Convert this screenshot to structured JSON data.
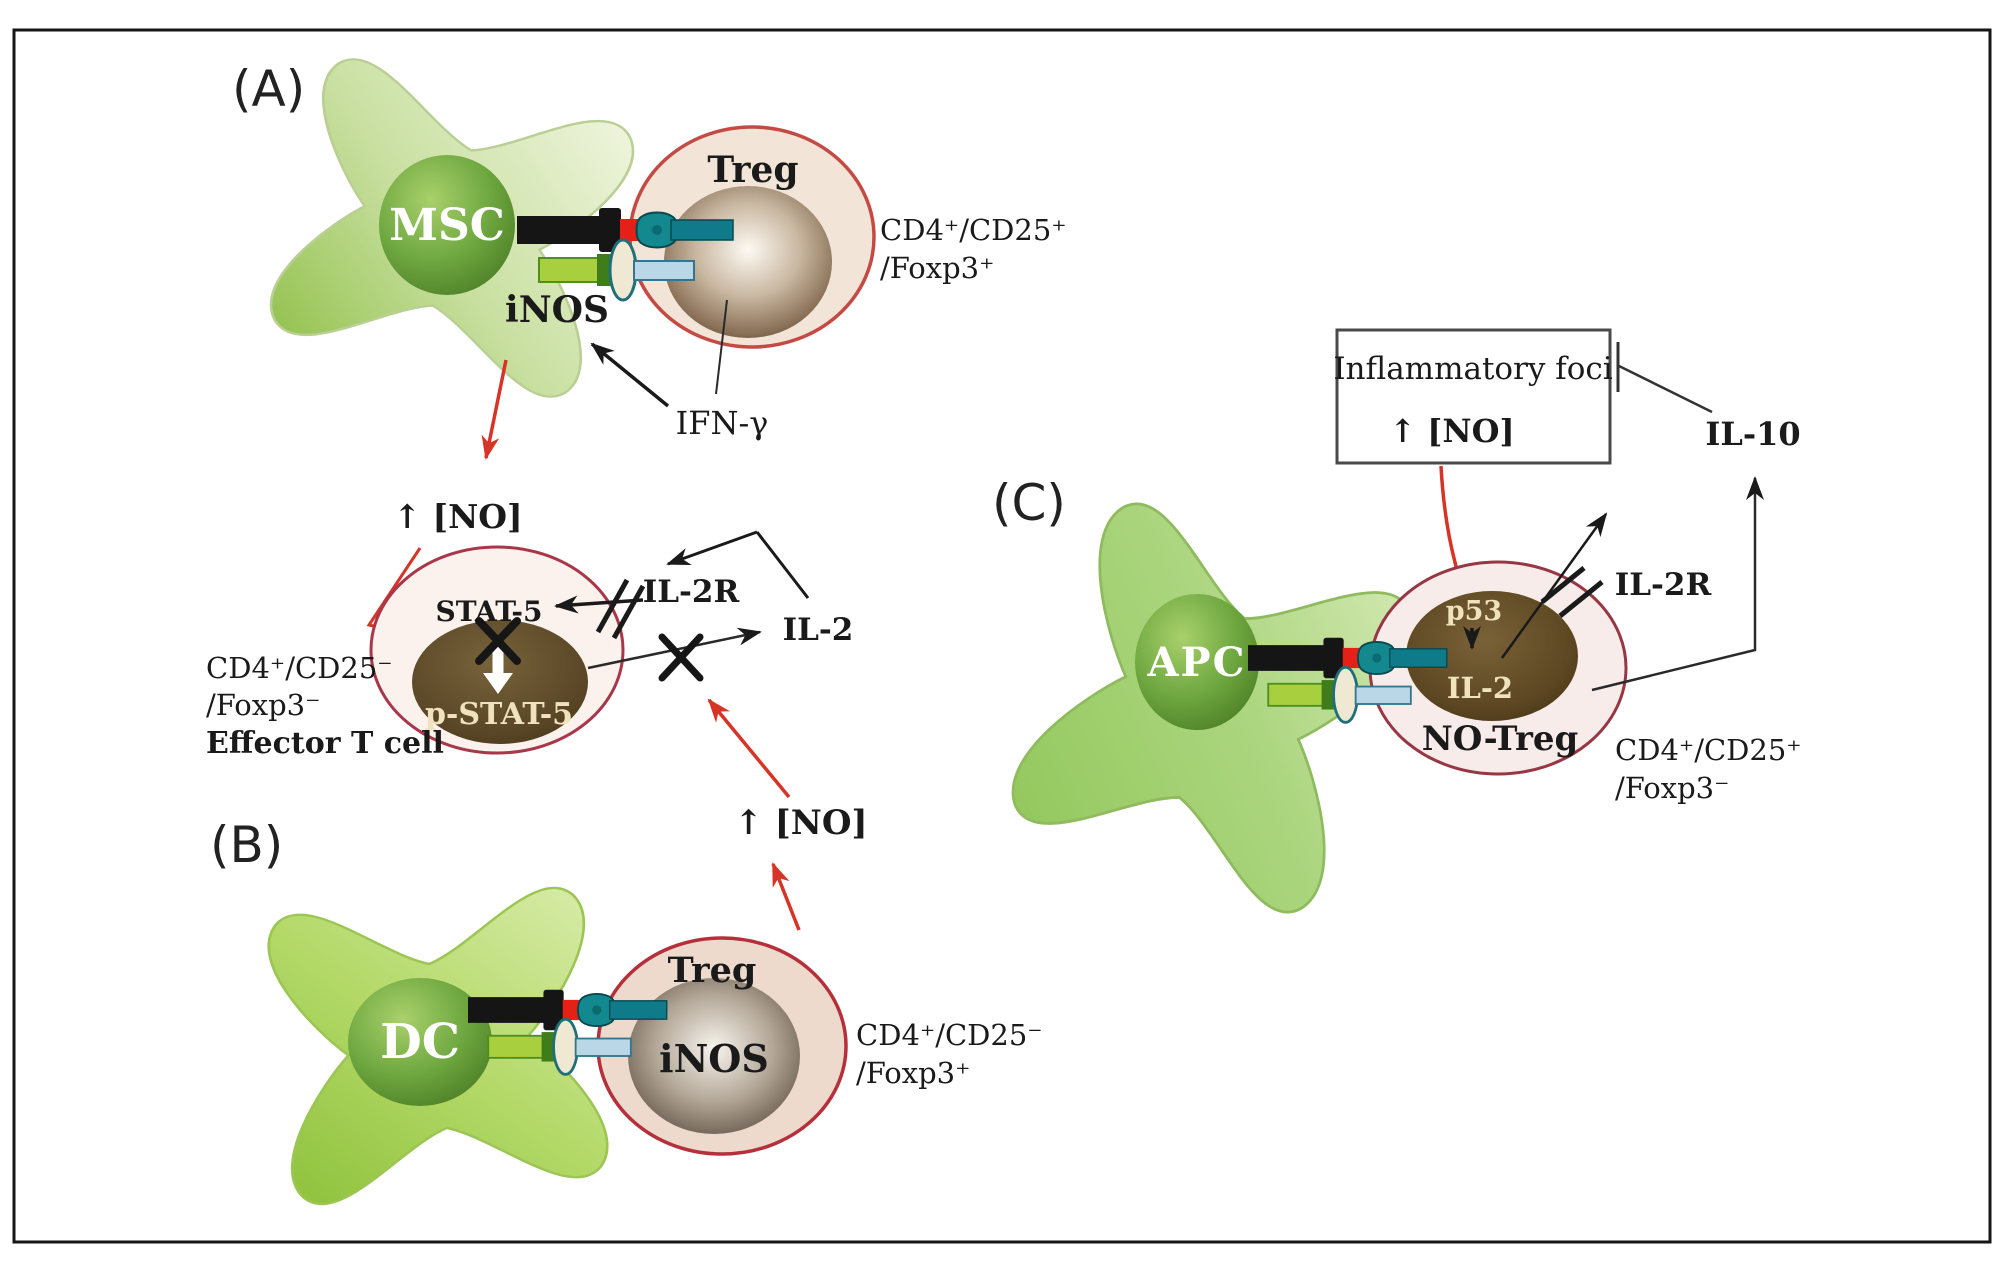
{
  "figure": {
    "panel_a": {
      "tag": "(A)",
      "msc_label": "MSC",
      "treg_label": "Treg",
      "inos_label": "iNOS",
      "phenotype_line1": "CD4⁺/CD25⁺",
      "phenotype_line2": "/Foxp3⁺",
      "ifn_label": "IFN-γ",
      "no_label": "↑ [NO]"
    },
    "effector": {
      "stat5_label": "STAT-5",
      "p_stat5_label": "p-STAT-5",
      "il2r_label": "IL-2R",
      "il2_label": "IL-2",
      "phenotype_line1": "CD4⁺/CD25⁻",
      "phenotype_line2": "/Foxp3⁻",
      "cell_name": "Effector T cell",
      "no_label": "↑ [NO]"
    },
    "panel_b": {
      "tag": "(B)",
      "dc_label": "DC",
      "treg_label": "Treg",
      "inos_label": "iNOS",
      "phenotype_line1": "CD4⁺/CD25⁻",
      "phenotype_line2": "/Foxp3⁺"
    },
    "panel_c": {
      "tag": "(C)",
      "apc_label": "APC",
      "box_title": "Inflammatory foci",
      "box_no_label": "↑ [NO]",
      "il10_label": "IL-10",
      "il2r_label": "IL-2R",
      "p53_label": "p53",
      "il2_label": "IL-2",
      "cell_name": "NO-Treg",
      "phenotype_line1": "CD4⁺/CD25⁺",
      "phenotype_line2": "/Foxp3⁻"
    },
    "colors": {
      "arrow_red": "#d63426",
      "label_red": "#e3392b",
      "ring_red": "#c44a44",
      "dark_ring_red": "#973744",
      "cell_green": "#9cc653",
      "nucleus_brown": "#5a4727",
      "background": "#ffffff"
    }
  }
}
